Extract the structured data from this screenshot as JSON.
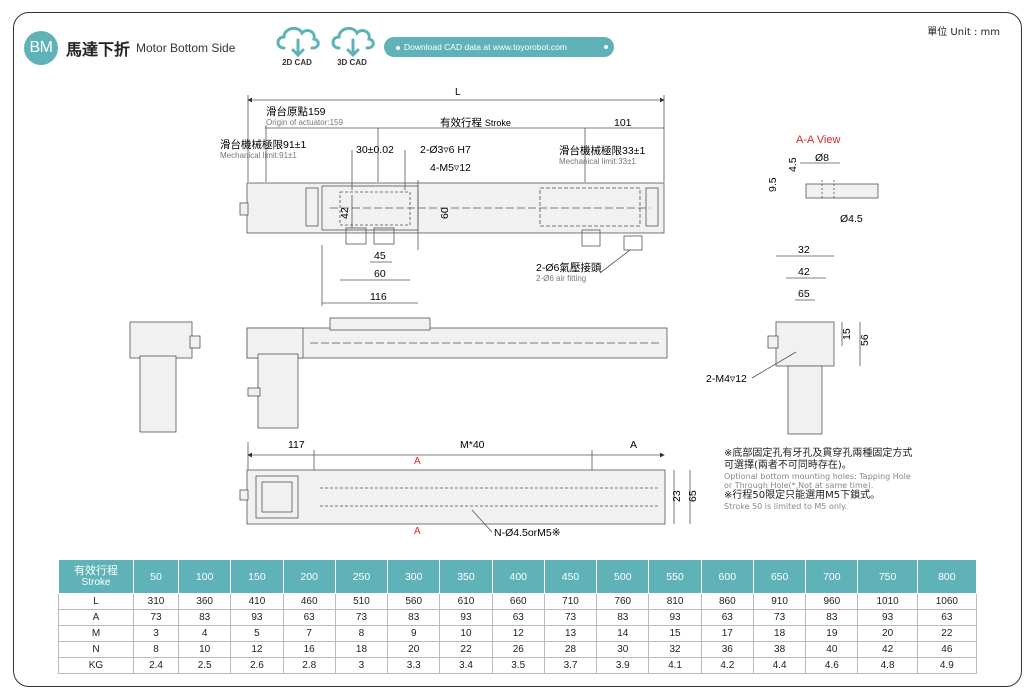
{
  "header": {
    "badge": "BM",
    "title_cn": "馬達下折",
    "title_en": "Motor Bottom Side",
    "cad_2d": "2D CAD",
    "cad_3d": "3D CAD",
    "download": "Download CAD data at www.toyorobot.com",
    "unit": "單位 Unit : mm"
  },
  "colors": {
    "accent": "#5fb3b8",
    "red": "#d9262c"
  },
  "dims": {
    "L": "L",
    "origin_cn": "滑台原點159",
    "origin_en": "Origin of actuator:159",
    "stroke_cn": "有效行程",
    "stroke_en": "Stroke",
    "d101": "101",
    "mech_left_cn": "滑台機械極限91±1",
    "mech_left_en": "Mechanical limit:91±1",
    "mech_right_cn": "滑台機械極限33±1",
    "mech_right_en": "Mechanical limit:33±1",
    "d30": "30±0.02",
    "hole1": "2-Ø3▿6 H7",
    "hole2": "4-M5▿12",
    "d42": "42",
    "d60v": "60",
    "d45": "45",
    "d60": "60",
    "d116": "116",
    "air_cn": "2-Ø6氣壓接頭",
    "air_en": "2-Ø6 air fitting",
    "aa_view": "A-A View",
    "phi8": "Ø8",
    "d4_5": "4.5",
    "d9_5": "9.5",
    "phi4_5": "Ø4.5",
    "d32": "32",
    "d42b": "42",
    "d65": "65",
    "d15": "15",
    "d56": "56",
    "m4": "2-M4▿12",
    "d117": "117",
    "m40": "M*40",
    "a_label": "A",
    "d23": "23",
    "d65v": "65",
    "n_holes": "N-Ø4.5orM5※"
  },
  "notes": {
    "n1_cn": "※底部固定孔有牙孔及貫穿孔兩種固定方式可選擇(兩者不可同時存在)。",
    "n1_en": "Optional bottom mounting holes: Tapping Hole or Through Hole(*,Not at same time).",
    "n2_cn": "※行程50限定只能選用M5下鎖式。",
    "n2_en": "Stroke 50 is limited to M5 only."
  },
  "table": {
    "head_cn": "有效行程",
    "head_en": "Stroke",
    "strokes": [
      "50",
      "100",
      "150",
      "200",
      "250",
      "300",
      "350",
      "400",
      "450",
      "500",
      "550",
      "600",
      "650",
      "700",
      "750",
      "800"
    ],
    "rows": [
      {
        "label": "L",
        "values": [
          "310",
          "360",
          "410",
          "460",
          "510",
          "560",
          "610",
          "660",
          "710",
          "760",
          "810",
          "860",
          "910",
          "960",
          "1010",
          "1060"
        ]
      },
      {
        "label": "A",
        "values": [
          "73",
          "83",
          "93",
          "63",
          "73",
          "83",
          "93",
          "63",
          "73",
          "83",
          "93",
          "63",
          "73",
          "83",
          "93",
          "63"
        ]
      },
      {
        "label": "M",
        "values": [
          "3",
          "4",
          "5",
          "7",
          "8",
          "9",
          "10",
          "12",
          "13",
          "14",
          "15",
          "17",
          "18",
          "19",
          "20",
          "22"
        ]
      },
      {
        "label": "N",
        "values": [
          "8",
          "10",
          "12",
          "16",
          "18",
          "20",
          "22",
          "26",
          "28",
          "30",
          "32",
          "36",
          "38",
          "40",
          "42",
          "46"
        ]
      },
      {
        "label": "KG",
        "values": [
          "2.4",
          "2.5",
          "2.6",
          "2.8",
          "3",
          "3.3",
          "3.4",
          "3.5",
          "3.7",
          "3.9",
          "4.1",
          "4.2",
          "4.4",
          "4.6",
          "4.8",
          "4.9"
        ]
      }
    ]
  }
}
